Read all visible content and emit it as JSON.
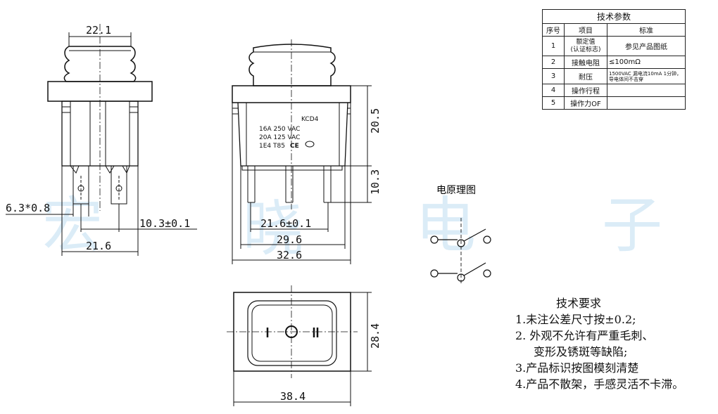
{
  "watermark": [
    "宏",
    "晓",
    "电",
    "子"
  ],
  "dimensions": {
    "side_top_width": "22.1",
    "side_terminal": "6.3*0.8",
    "side_pitch": "10.3±0.1",
    "side_width": "21.6",
    "front_body_height": "20.5",
    "front_terminal_height": "10.3",
    "front_pitch": "21.6±0.1",
    "front_inner_width": "29.6",
    "front_outer_width": "32.6",
    "top_height": "28.4",
    "top_width": "38.4"
  },
  "marking": {
    "model": "KCD4",
    "line1": "16A 250 VAC",
    "line2": "20A 125 VAC",
    "line3": "1E4 T85",
    "ce": "CE"
  },
  "rocker": {
    "off": "I",
    "center": "O",
    "on": "II"
  },
  "schematic_title": "电原理图",
  "spec_table": {
    "caption": "技术参数",
    "headers": [
      "序号",
      "项目",
      "标准"
    ],
    "rows": [
      {
        "no": "1",
        "item": "额定值\n(认证标志)",
        "std": "参见产品图纸"
      },
      {
        "no": "2",
        "item": "接触电阻",
        "std": "≤100mΩ"
      },
      {
        "no": "3",
        "item": "耐压",
        "std": "1500VAC 漏电流10mA 1分钟，导电体间不击穿"
      },
      {
        "no": "4",
        "item": "操作行程",
        "std": ""
      },
      {
        "no": "5",
        "item": "操作力OF",
        "std": ""
      }
    ]
  },
  "requirements": {
    "title": "技术要求",
    "items": [
      "1.未注公差尺寸按±0.2;",
      "2.  外观不允许有严重毛刺、",
      "变形及锈斑等缺陷;",
      "3.产品标识按图模刻清楚",
      "4.产品不散架，手感灵活不卡滞。"
    ]
  }
}
